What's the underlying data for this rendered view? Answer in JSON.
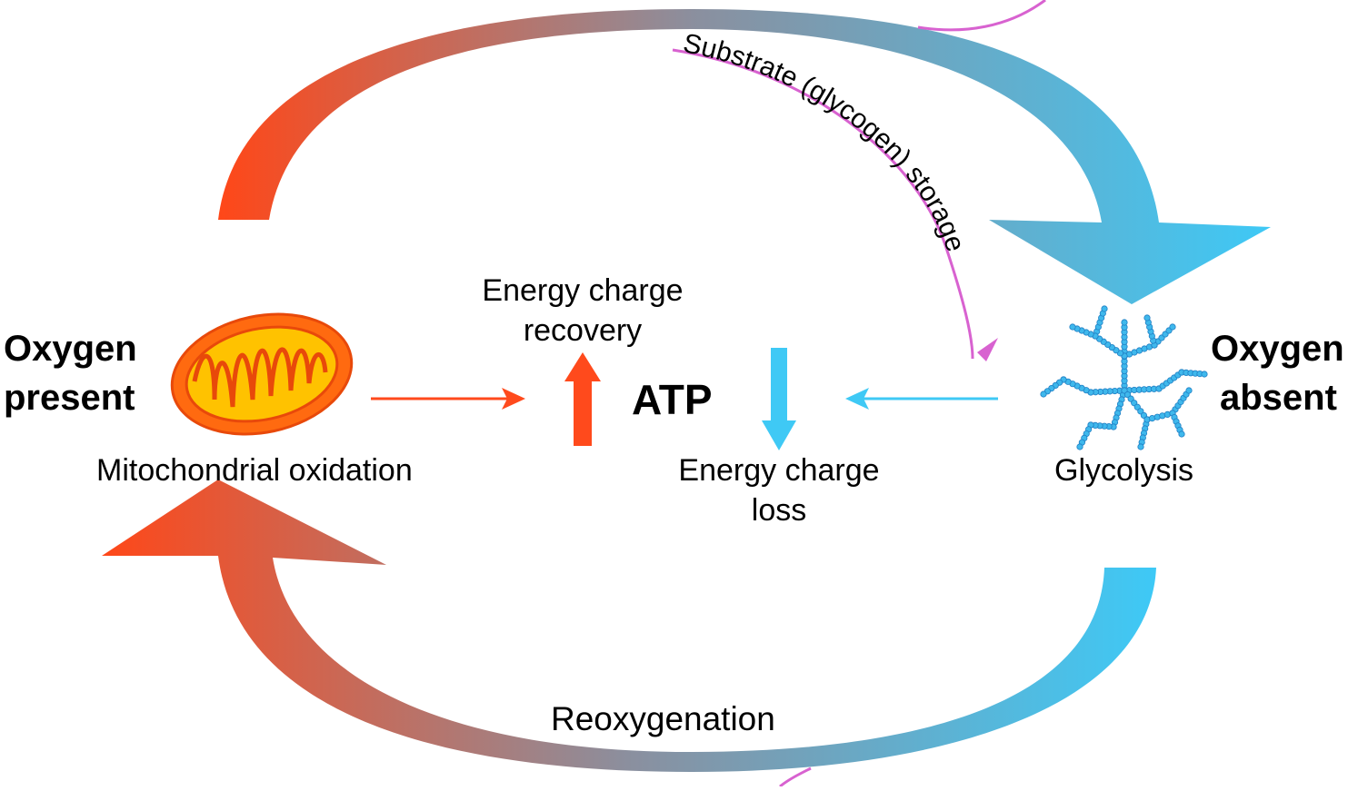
{
  "left_state": {
    "line1": "Oxygen",
    "line2": "present"
  },
  "right_state": {
    "line1": "Oxygen",
    "line2": "absent"
  },
  "left_process": "Mitochondrial oxidation",
  "right_process": "Glycolysis",
  "center": "ATP",
  "recovery": {
    "line1": "Energy charge",
    "line2": "recovery"
  },
  "loss": {
    "line1": "Energy charge",
    "line2": "loss"
  },
  "storage": "Substrate (glycogen) storage",
  "bottom_arc": "Reoxygenation",
  "colors": {
    "oxidative": "#ff4a1c",
    "anaerobic": "#3fc9f5",
    "storage": "#d862d0"
  },
  "icons": [
    "mitochondrion-icon",
    "glycogen-icon"
  ]
}
